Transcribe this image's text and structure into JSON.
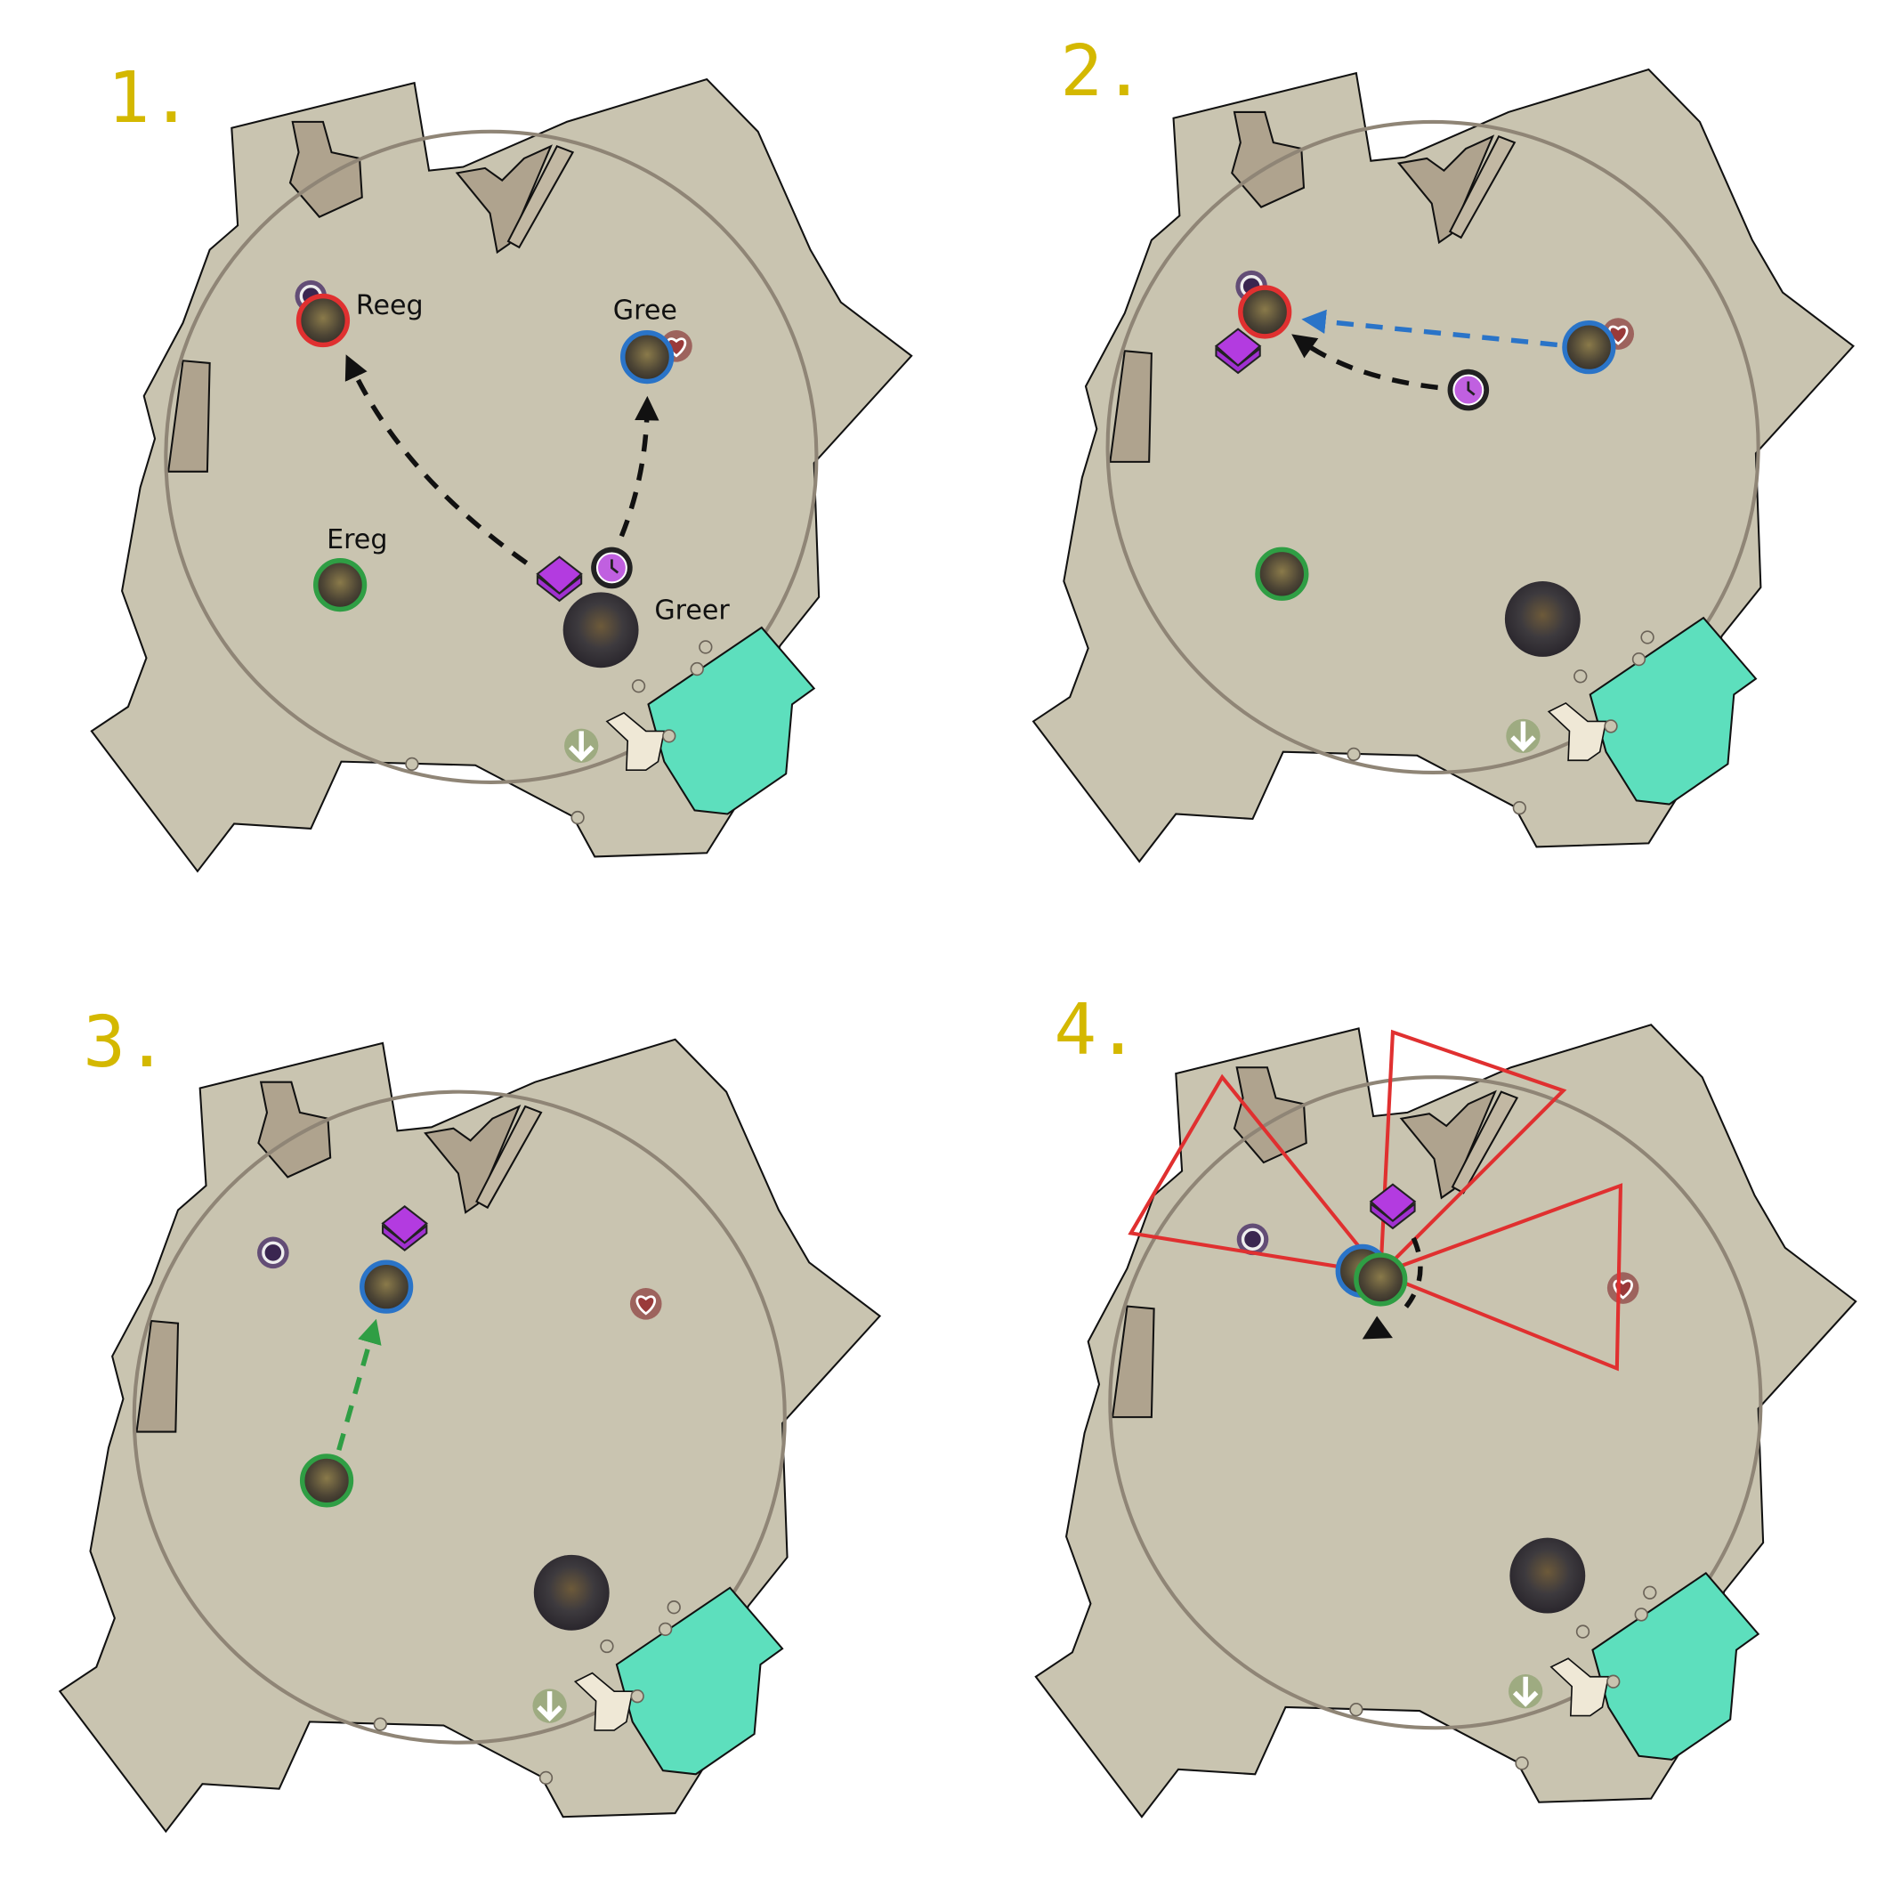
{
  "title": "Boss fight mechanics walkthrough",
  "colors": {
    "ground": "#c9c4b0",
    "obstacle": "#afa38e",
    "arena_ring": "#8f8576",
    "safe_zone": "#5ddfbd",
    "red": "#e03030",
    "blue": "#2a74c8",
    "green": "#2f9e44",
    "step_label": "#d4b800",
    "gem": "#b33be0"
  },
  "panels": [
    {
      "label": "1.",
      "names": {
        "red": "Reeg",
        "blue": "Gree",
        "green": "Ereg",
        "boss": "Greer"
      }
    },
    {
      "label": "2."
    },
    {
      "label": "3."
    },
    {
      "label": "4."
    }
  ],
  "icons": [
    "void-ring-icon",
    "heart-icon",
    "clock-icon",
    "gem-icon",
    "arrow-down-icon"
  ]
}
